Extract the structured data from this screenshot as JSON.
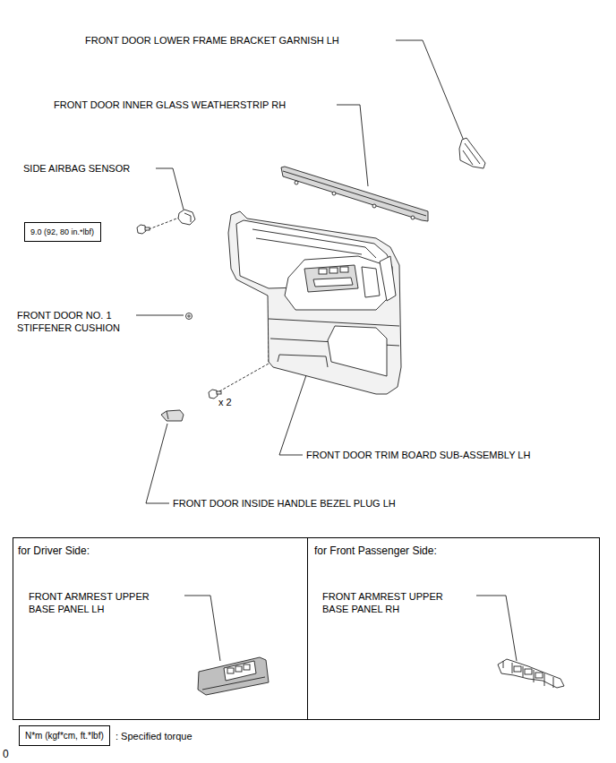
{
  "diagram": {
    "nodes": [
      {
        "text": [
          "9.0 (92, 80 in.*lbf)"
        ]
      },
      {
        "text": [
          "for Driver Side:",
          "FRONT ARMREST UPPER BASE PANEL LH"
        ]
      },
      {
        "text": [
          "for Front Passenger Side:",
          "FRONT ARMREST UPPER BASE PANEL RH"
        ]
      },
      {
        "text": [
          "N*m (kgf*cm, ft.*lbf)"
        ]
      }
    ],
    "labels": [
      "FRONT DOOR LOWER FRAME BRACKET GARNISH LH",
      "FRONT DOOR INNER GLASS WEATHERSTRIP RH",
      "SIDE AIRBAG SENSOR",
      "FRONT DOOR NO. 1 STIFFENER CUSHION",
      "x 2",
      "FRONT DOOR TRIM BOARD SUB-ASSEMBLY LH",
      "FRONT DOOR INSIDE HANDLE BEZEL PLUG LH",
      "0"
    ],
    "legend": [
      {
        "text": ": Specified torque"
      }
    ]
  }
}
